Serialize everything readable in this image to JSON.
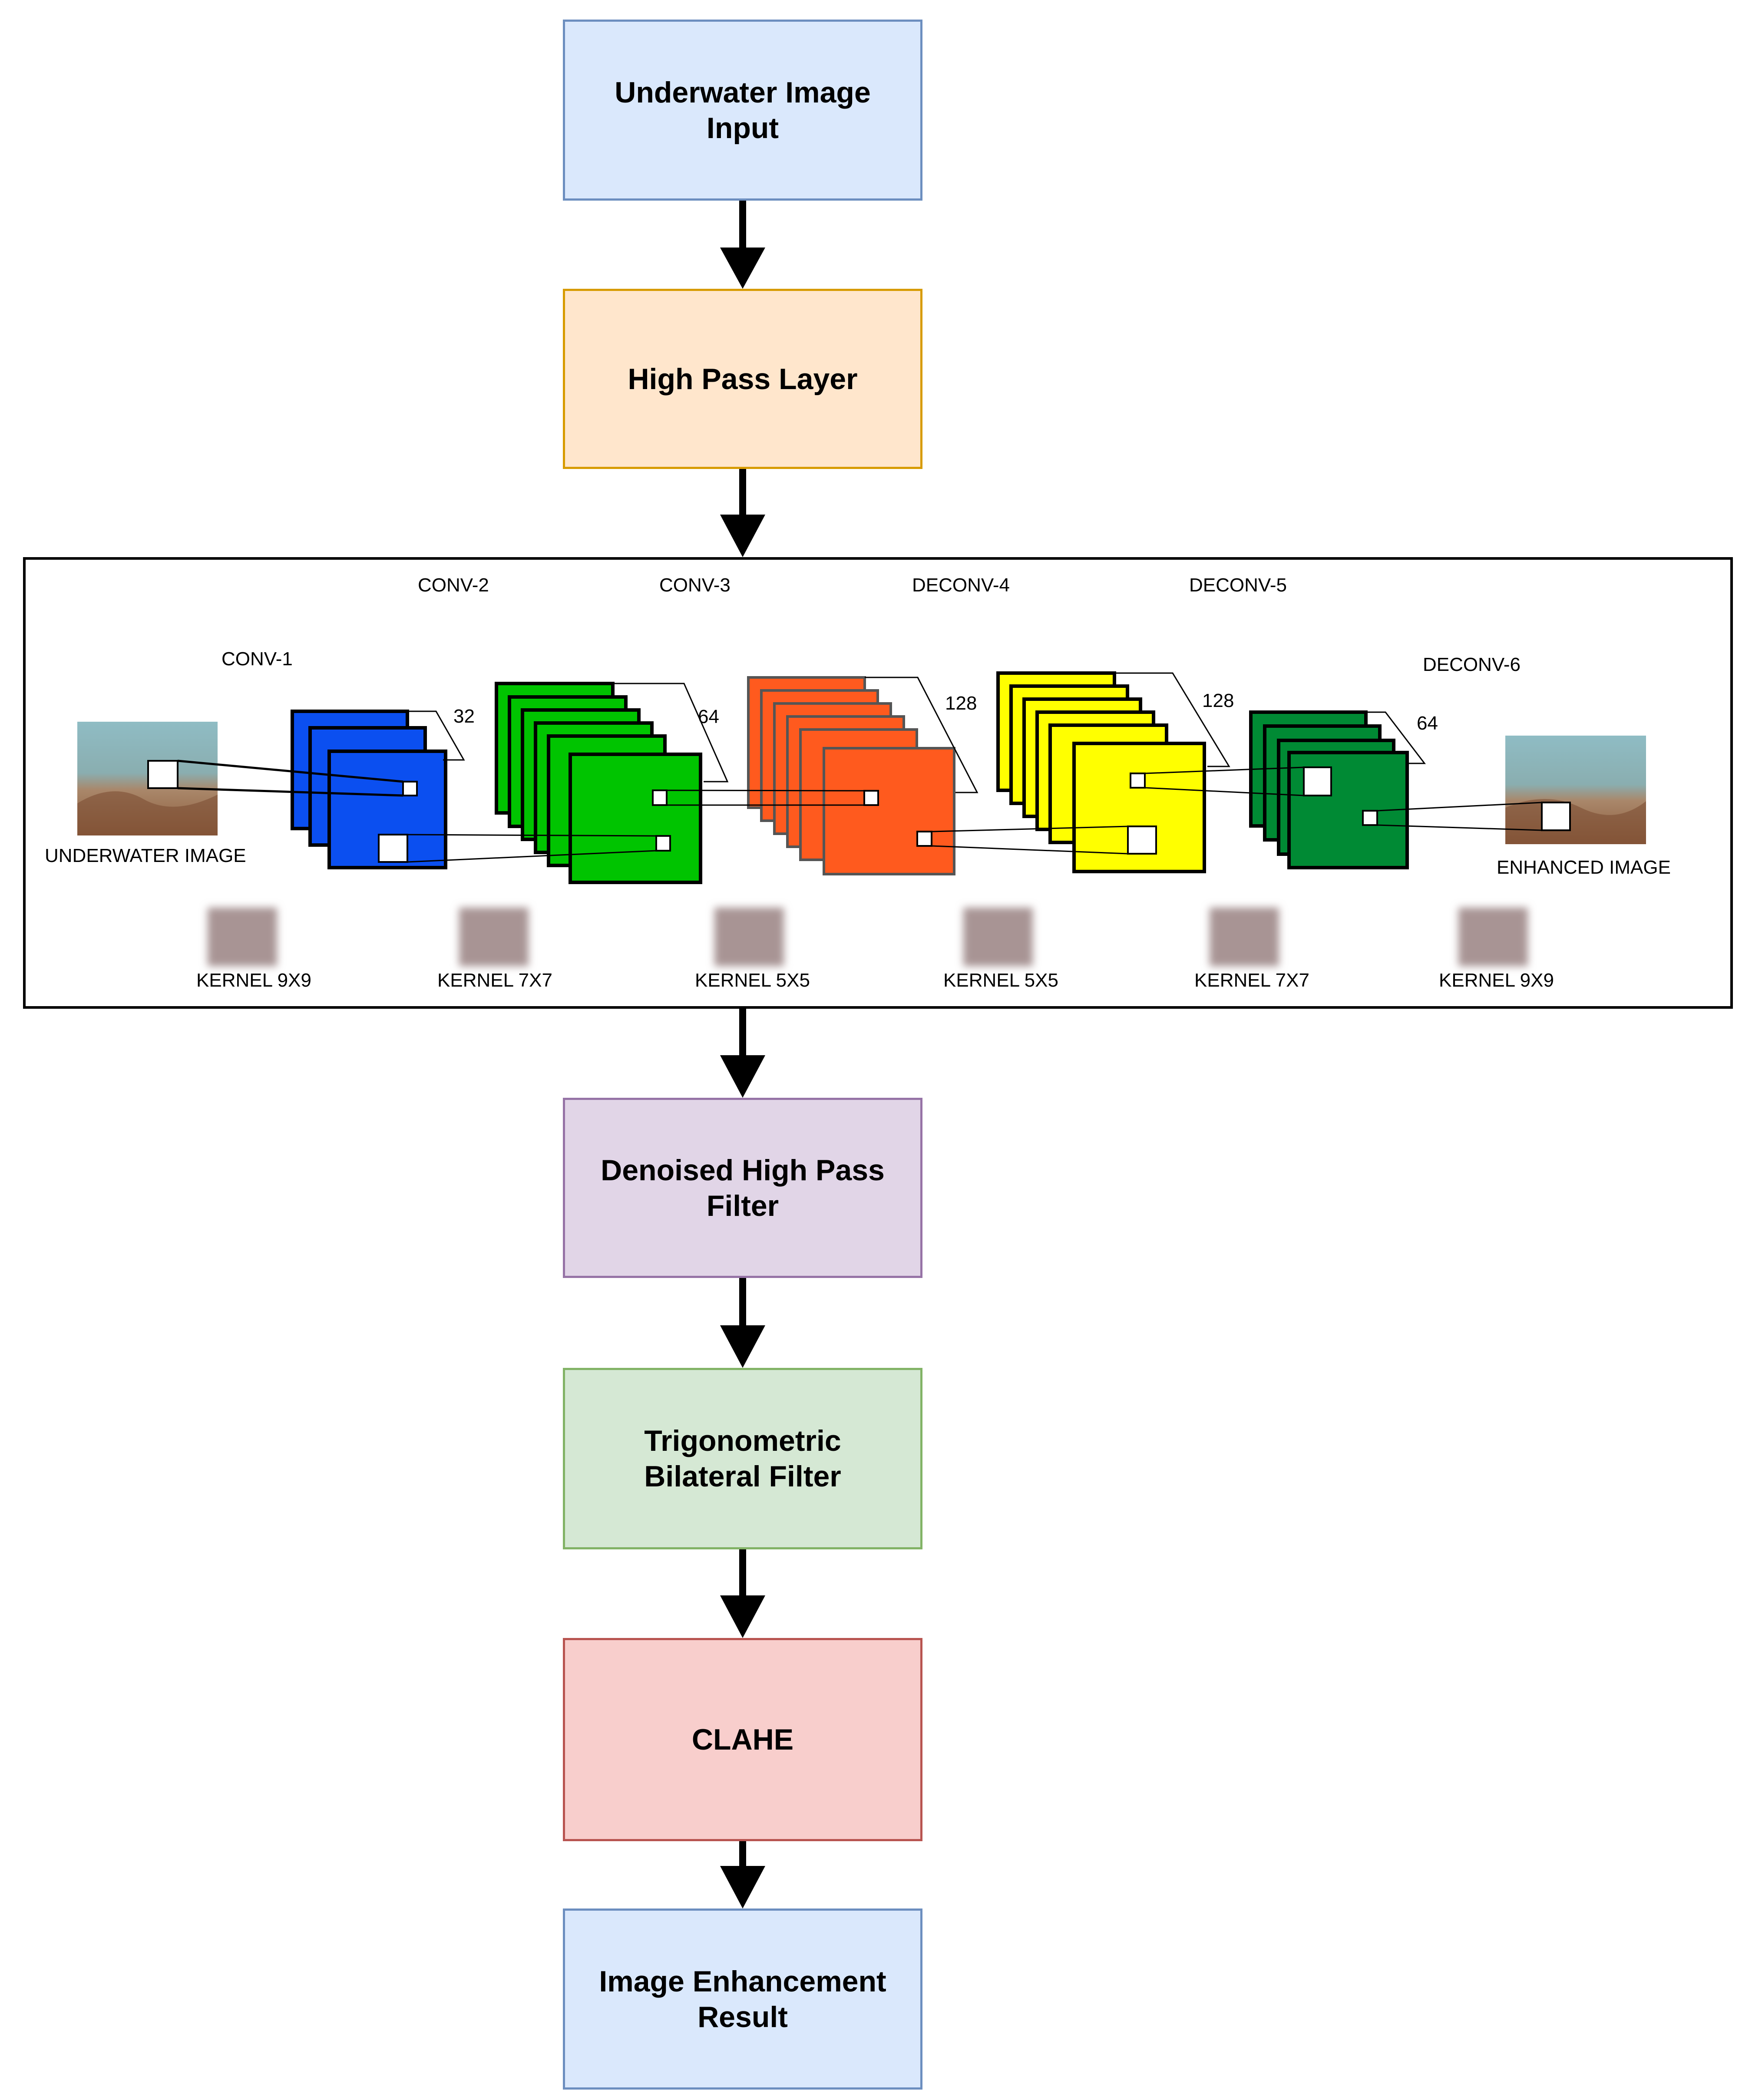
{
  "flow": {
    "steps": [
      {
        "id": "input",
        "label": "Underwater Image\nInput",
        "fill": "#dae8fc",
        "stroke": "#6c8ebf"
      },
      {
        "id": "hpl",
        "label": "High Pass Layer",
        "fill": "#ffe6cc",
        "stroke": "#d79b00"
      },
      {
        "id": "denoise",
        "label": "Denoised High Pass\nFilter",
        "fill": "#e1d5e7",
        "stroke": "#9673a6"
      },
      {
        "id": "trig",
        "label": "Trigonometric\nBilateral Filter",
        "fill": "#d5e8d4",
        "stroke": "#82b366"
      },
      {
        "id": "clahe",
        "label": "CLAHE",
        "fill": "#f8cecc",
        "stroke": "#b85450"
      },
      {
        "id": "result",
        "label": "Image Enhancement\nResult",
        "fill": "#dae8fc",
        "stroke": "#6c8ebf"
      }
    ]
  },
  "cnn": {
    "layer_labels": {
      "conv1": "CONV-1",
      "conv2": "CONV-2",
      "conv3": "CONV-3",
      "deconv4": "DECONV-4",
      "deconv5": "DECONV-5",
      "deconv6": "DECONV-6"
    },
    "depths": {
      "conv1": "32",
      "conv2": "64",
      "conv3": "128",
      "deconv4": "128",
      "deconv5": "64"
    },
    "input_label": "UNDERWATER IMAGE",
    "output_label": "ENHANCED IMAGE",
    "kernels": [
      "KERNEL 9X9",
      "KERNEL 7X7",
      "KERNEL 5X5",
      "KERNEL 5X5",
      "KERNEL 7X7",
      "KERNEL 9X9"
    ],
    "colors": {
      "conv1": "#0b4ff0",
      "conv2": "#00c400",
      "conv3": "#ff5a1e",
      "deconv4": "#ffff00",
      "deconv5": "#008a34",
      "kernel": "#a89494",
      "water": "#8fb8bf",
      "seabed": "#9c6b4a"
    }
  }
}
